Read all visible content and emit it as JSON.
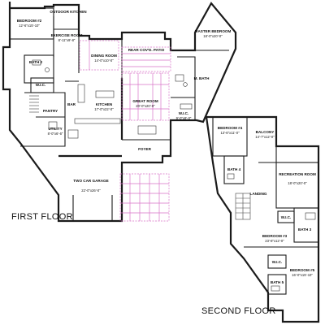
{
  "floors": {
    "first": "FIRST FLOOR",
    "second": "SECOND FLOOR"
  },
  "rooms": {
    "bedroom2": {
      "name": "BEDROOM #2",
      "dims": "12'-6\"x15'-10\""
    },
    "outdoor_kitchen": {
      "name": "OUTDOOR KITCHEN",
      "dims": ""
    },
    "exercise": {
      "name": "EXERCISE ROOM",
      "dims": "8'-11\"x9'-8\""
    },
    "bath2": {
      "name": "BATH 2",
      "dims": ""
    },
    "wic_first_left": {
      "name": "W.I.C.",
      "dims": ""
    },
    "dining": {
      "name": "DINING ROOM",
      "dims": "14'-0\"x10'-0\""
    },
    "rear_covd_patio": {
      "name": "REAR COV'D. PATIO",
      "dims": ""
    },
    "master": {
      "name": "MASTER BEDROOM",
      "dims": "18'-0\"x20'-0\""
    },
    "mbath": {
      "name": "M. BATH",
      "dims": ""
    },
    "bar": {
      "name": "BAR",
      "dims": ""
    },
    "kitchen": {
      "name": "KITCHEN",
      "dims": "17'-0\"x22'-0\""
    },
    "great_room": {
      "name": "GREAT ROOM",
      "dims": "20'-0\"x20'-0\""
    },
    "pantry": {
      "name": "PANTRY",
      "dims": ""
    },
    "wic_master": {
      "name": "W.I.C.",
      "dims": "9'-0\"x9'-0\""
    },
    "utility": {
      "name": "UTILITY",
      "dims": "8'-0\"x6'-6\""
    },
    "foyer": {
      "name": "FOYER",
      "dims": ""
    },
    "garage": {
      "name": "TWO CAR GARAGE",
      "dims": "22'-0\"x26'-0\""
    },
    "bedroom4": {
      "name": "BEDROOM #4",
      "dims": "13'-6\"x11'-0\""
    },
    "balcony": {
      "name": "BALCONY",
      "dims": "14'-7\"x12'-0\""
    },
    "bath4": {
      "name": "BATH 4",
      "dims": ""
    },
    "recreation": {
      "name": "RECREATION ROOM",
      "dims": "18'-0\"x20'-0\""
    },
    "landing": {
      "name": "LANDING",
      "dims": ""
    },
    "wic_second": {
      "name": "W.I.C.",
      "dims": ""
    },
    "bath3": {
      "name": "BATH 3",
      "dims": ""
    },
    "bedroom3": {
      "name": "BEDROOM #3",
      "dims": "23'-8\"x12'-0\""
    },
    "wic_bed5": {
      "name": "W.I.C.",
      "dims": ""
    },
    "bedroom5": {
      "name": "BEDROOM #5",
      "dims": "16'-0\"x15'-10\""
    },
    "bath5": {
      "name": "BATH 5",
      "dims": ""
    }
  }
}
